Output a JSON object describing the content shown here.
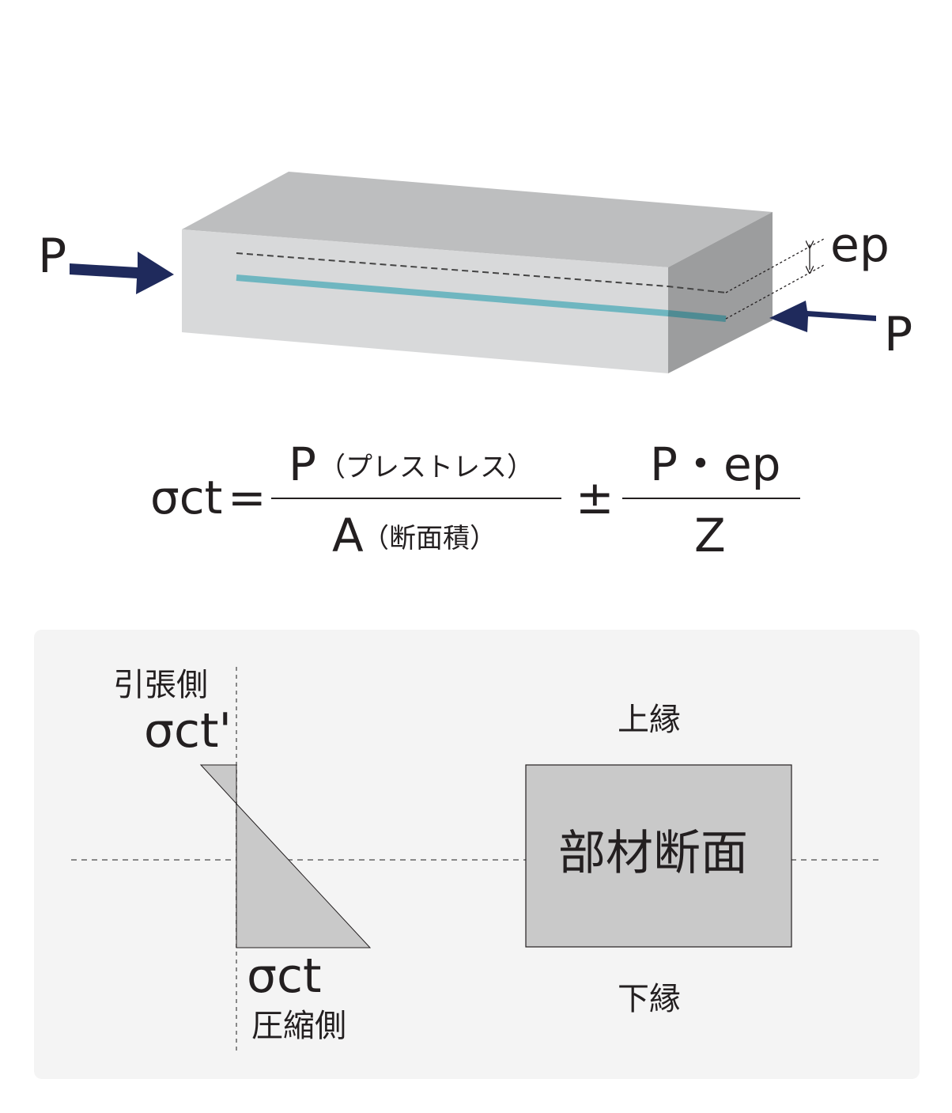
{
  "beam": {
    "force_label_left": "P",
    "force_label_right": "P",
    "eccentricity_label": "ep",
    "colors": {
      "front": "#d8d9da",
      "top": "#bdbebf",
      "side": "#9c9d9e",
      "tendon": "#6fb6c0",
      "arrow": "#1f2a5c"
    }
  },
  "formula": {
    "lhs": "σct",
    "equals": "=",
    "num1_symbol": "P",
    "num1_note": "（プレストレス）",
    "den1_symbol": "A",
    "den1_note": "（断面積）",
    "plusminus": "±",
    "num2": "P・ep",
    "den2": "Z"
  },
  "stress_diagram": {
    "tension_side_label": "引張側",
    "tension_stress_label": "σct'",
    "compression_stress_label": "σct",
    "compression_side_label": "圧縮側",
    "top_edge_label": "上縁",
    "bottom_edge_label": "下縁",
    "section_label": "部材断面",
    "colors": {
      "panel": "#f4f4f4",
      "fill": "#c9c9c9",
      "dash": "#888888"
    }
  }
}
